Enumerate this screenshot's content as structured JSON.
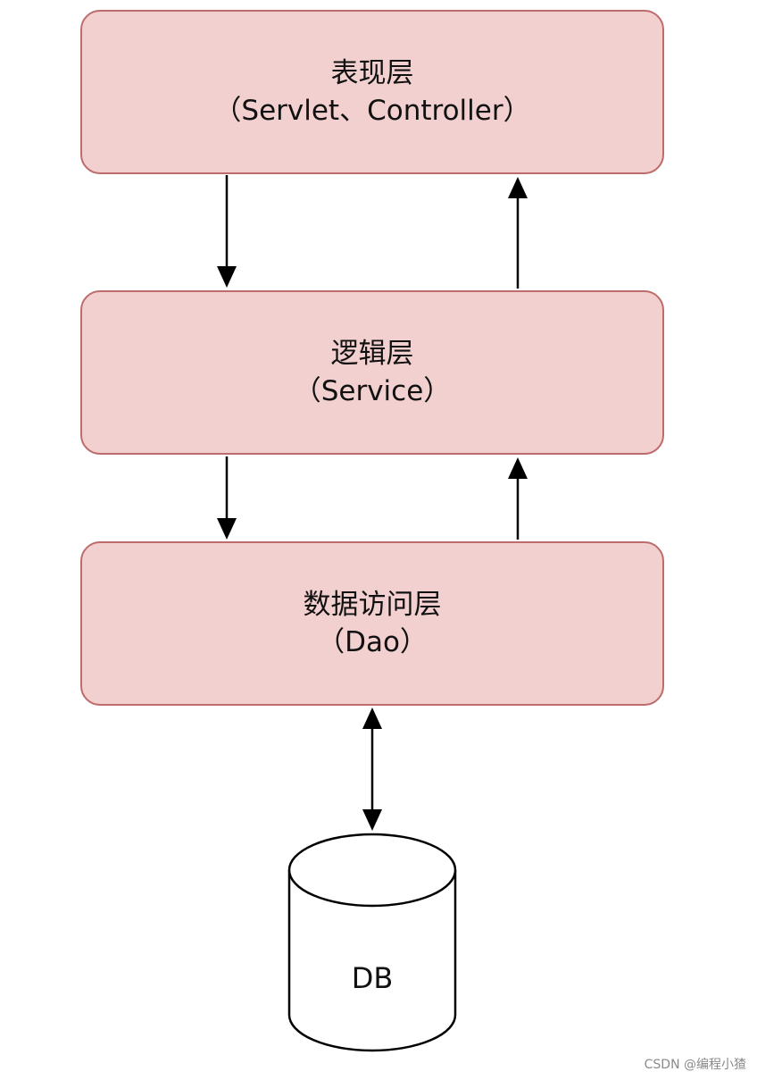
{
  "layers": {
    "presentation": {
      "title": "表现层",
      "subtitle": "（Servlet、Controller）"
    },
    "logic": {
      "title": "逻辑层",
      "subtitle": "（Service）"
    },
    "dao": {
      "title": "数据访问层",
      "subtitle": "（Dao）"
    }
  },
  "database": {
    "label": "DB"
  },
  "watermark": "CSDN @编程小猹",
  "colors": {
    "box_fill": "#f2d0cf",
    "box_border": "#bd6b6b",
    "arrow": "#000000"
  }
}
